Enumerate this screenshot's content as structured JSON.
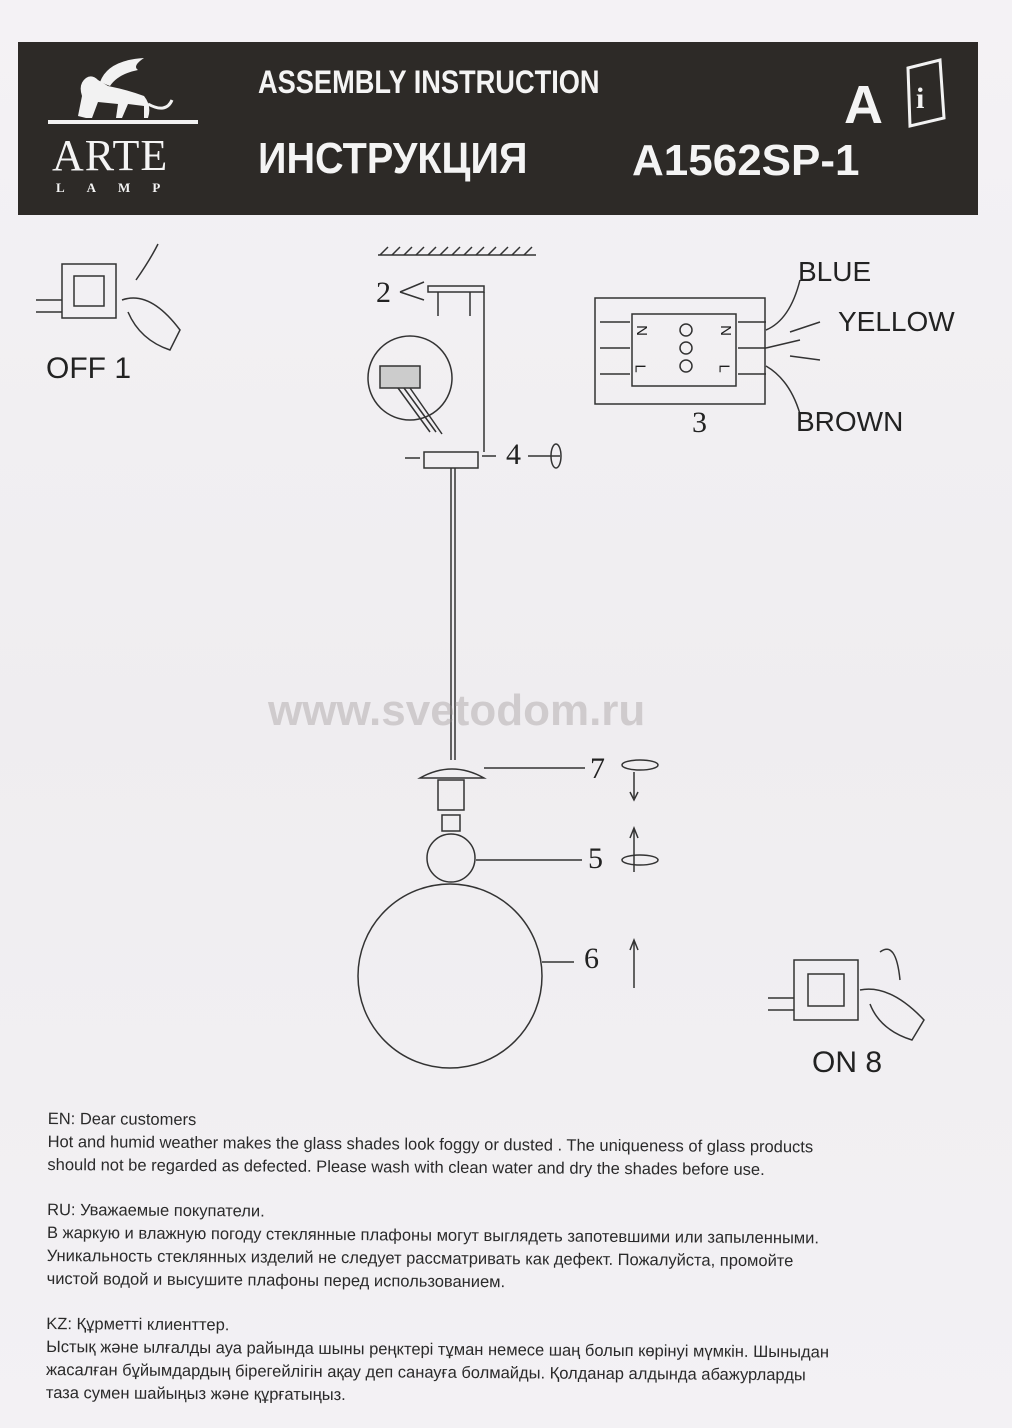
{
  "header": {
    "brand_name": "ARTE",
    "brand_sub": "LAMP",
    "title_en": "ASSEMBLY INSTRUCTION",
    "title_ru": "ИНСТРУКЦИЯ",
    "model": "A1562SP-1",
    "letter": "A",
    "icons": [
      "winged-lion-logo",
      "instruction-book-icon"
    ]
  },
  "steps": {
    "step1": "OFF 1",
    "step2": "2",
    "step3": "3",
    "step4": "4",
    "step5": "5",
    "step6": "6",
    "step7": "7",
    "step8": "ON 8"
  },
  "wires": {
    "blue": "BLUE",
    "yellow": "YELLOW",
    "brown": "BROWN"
  },
  "terminal_labels": [
    "N",
    "L",
    "N",
    "L"
  ],
  "watermark": "www.svetodom.ru",
  "notes": {
    "en": {
      "heading": "EN: Dear customers",
      "lines": [
        "Hot and humid weather makes the glass shades look foggy or dusted . The uniqueness of glass products",
        "should not be regarded as defected.  Please wash with clean water and dry the shades before use."
      ]
    },
    "ru": {
      "heading": "RU: Уважаемые покупатели.",
      "lines": [
        "В жаркую и влажную погоду стеклянные плафоны могут выглядеть запотевшими или запыленными.",
        "Уникальность стеклянных изделий не следует рассматривать как дефект. Пожалуйста, промойте",
        "чистой водой и высушите плафоны перед использованием."
      ]
    },
    "kz": {
      "heading": "KZ: Құрметті клиенттер.",
      "lines": [
        "Ыстық және ылғалды ауа райында шыны реңктері тұман немесе шаң болып көрінуі мүмкін. Шыныдан",
        "жасалған бұйымдардың бірегейлігін ақау деп санауға болмайды. Қолданар алдында абажурларды",
        "таза сумен шайыңыз және құрғатыңыз."
      ]
    }
  }
}
